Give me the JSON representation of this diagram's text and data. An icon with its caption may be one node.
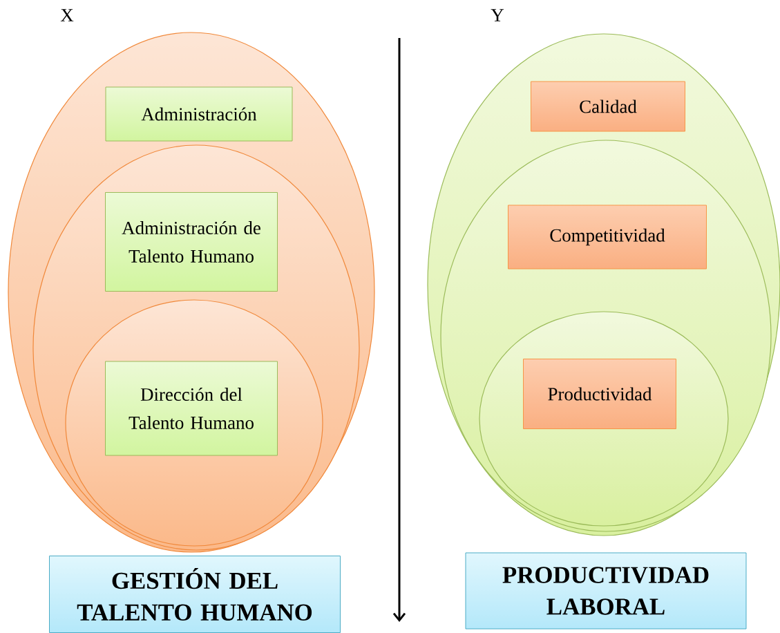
{
  "diagram": {
    "nodes": [
      {
        "text": [],
        "shape": "ellipse"
      },
      {
        "text": [
          "Administración"
        ],
        "in": 0
      },
      {
        "text": [],
        "shape": "ellipse",
        "in": 0
      },
      {
        "text": [
          "Administración de Talento Humano"
        ],
        "in": 2
      },
      {
        "text": [],
        "shape": "ellipse",
        "in": 2
      },
      {
        "text": [
          "Dirección del Talento Humano"
        ],
        "in": 4
      },
      {
        "text": [],
        "shape": "ellipse"
      },
      {
        "text": [
          "Calidad"
        ],
        "in": 6
      },
      {
        "text": [],
        "shape": "ellipse",
        "in": 6
      },
      {
        "text": [
          "Competitividad"
        ],
        "in": 8
      },
      {
        "text": [],
        "shape": "ellipse",
        "in": 8
      },
      {
        "text": [
          "Productividad"
        ],
        "in": 10
      },
      {
        "text": [
          "GESTIÓN DEL TALENTO HUMANO"
        ]
      },
      {
        "text": [
          "PRODUCTIVIDAD LABORAL"
        ]
      }
    ],
    "labels": [
      "X",
      "Y"
    ]
  }
}
